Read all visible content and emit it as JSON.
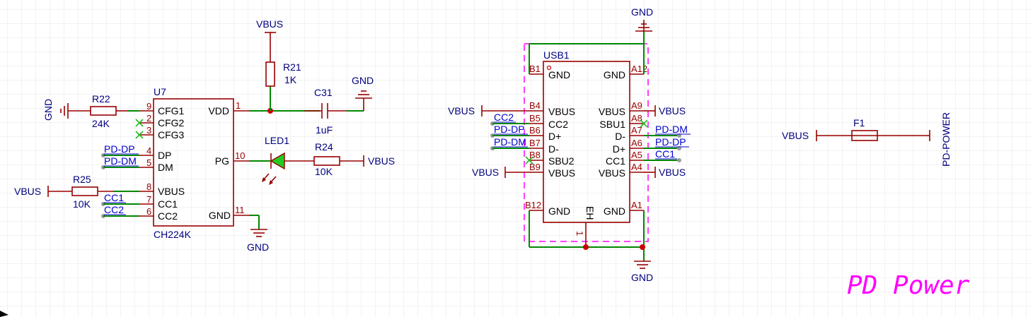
{
  "canvas": {
    "grid_color": "#e6e6e6",
    "wire_color": "#008800",
    "symbol_color": "#990000",
    "junction_color": "#cc0000",
    "label_color": "#000080",
    "title_color": "#ff00ff"
  },
  "u7": {
    "designator": "U7",
    "value": "CH224K",
    "left_pins": [
      {
        "num": "9",
        "name": "CFG1"
      },
      {
        "num": "2",
        "name": "CFG2"
      },
      {
        "num": "3",
        "name": "CFG3"
      },
      {
        "num": "4",
        "name": "DP"
      },
      {
        "num": "5",
        "name": "DM"
      },
      {
        "num": "8",
        "name": "VBUS"
      },
      {
        "num": "7",
        "name": "CC1"
      },
      {
        "num": "6",
        "name": "CC2"
      }
    ],
    "right_pins": [
      {
        "num": "1",
        "name": "VDD"
      },
      {
        "num": "10",
        "name": "PG"
      },
      {
        "num": "11",
        "name": "GND"
      }
    ]
  },
  "components": {
    "r22": {
      "ref": "R22",
      "value": "24K"
    },
    "r21": {
      "ref": "R21",
      "value": "1K"
    },
    "c31": {
      "ref": "C31",
      "value": "1uF"
    },
    "led1": {
      "ref": "LED1"
    },
    "r24": {
      "ref": "R24",
      "value": "10K"
    },
    "r25": {
      "ref": "R25",
      "value": "10K"
    },
    "f1": {
      "ref": "F1"
    }
  },
  "usb1": {
    "designator": "USB1",
    "eh_label": "EH",
    "eh_pin": "1",
    "left_pins": [
      {
        "num": "B1",
        "name": "GND"
      },
      {
        "num": "B4",
        "name": "VBUS"
      },
      {
        "num": "B5",
        "name": "CC2"
      },
      {
        "num": "B6",
        "name": "D+"
      },
      {
        "num": "B7",
        "name": "D-"
      },
      {
        "num": "B8",
        "name": "SBU2"
      },
      {
        "num": "B9",
        "name": "VBUS"
      },
      {
        "num": "B12",
        "name": "GND"
      }
    ],
    "right_pins": [
      {
        "num": "A12",
        "name": "GND"
      },
      {
        "num": "A9",
        "name": "VBUS"
      },
      {
        "num": "A8",
        "name": "SBU1"
      },
      {
        "num": "A7",
        "name": "D-"
      },
      {
        "num": "A6",
        "name": "D+"
      },
      {
        "num": "A5",
        "name": "CC1"
      },
      {
        "num": "A4",
        "name": "VBUS"
      },
      {
        "num": "A1",
        "name": "GND"
      }
    ]
  },
  "nets": {
    "gnd": "GND",
    "vbus": "VBUS",
    "pd_dp": "PD-DP",
    "pd_dm": "PD-DM",
    "cc1": "CC1",
    "cc2": "CC2",
    "pd_power": "PD-POWER"
  },
  "sheet_title": "PD Power"
}
